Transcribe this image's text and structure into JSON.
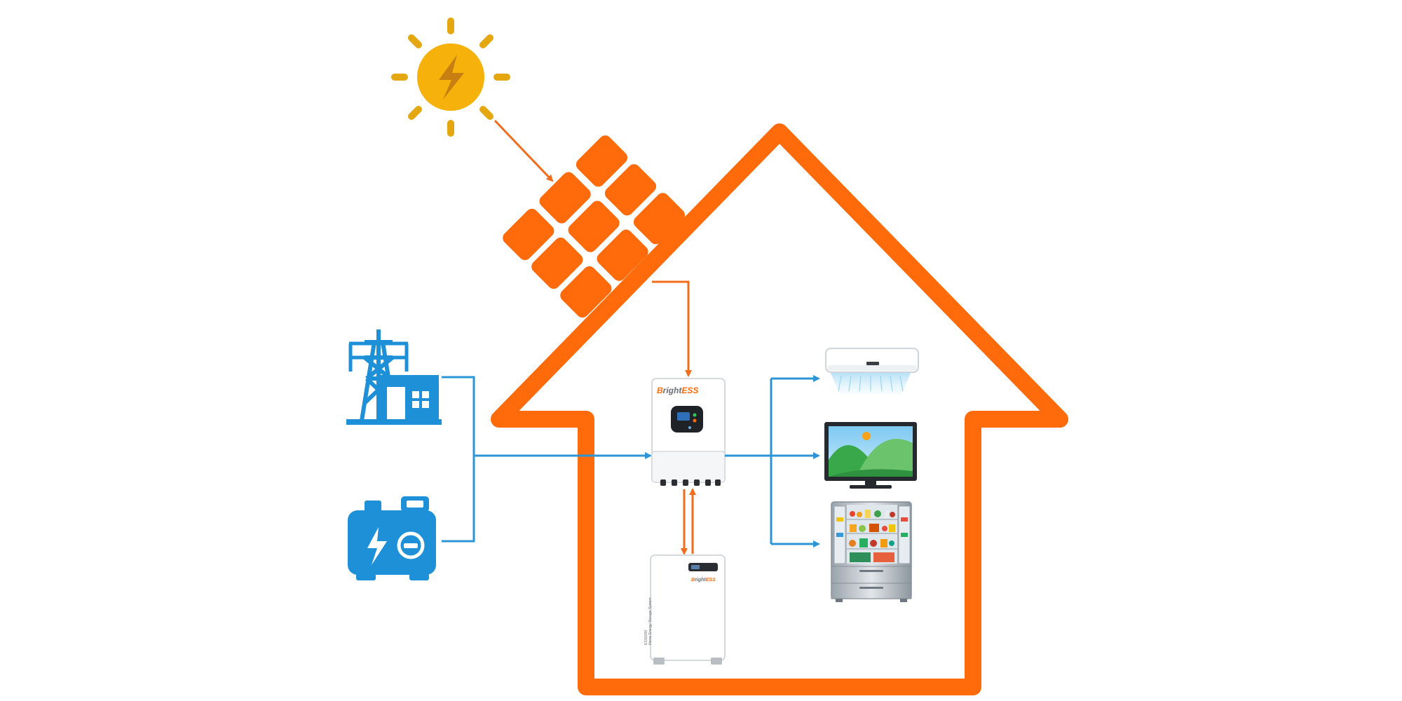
{
  "diagram": {
    "brand": {
      "prefix": "B",
      "middle": "right",
      "suffix": "ESS"
    },
    "battery": {
      "model_text": "ESS6000",
      "desc_text": "Home Energy Storage System"
    },
    "colors": {
      "house": "#ff6b0a",
      "flow_solar": "#f26c1e",
      "flow_grid": "#2b95d6",
      "grid_icon": "#1e90d8",
      "generator_icon": "#1e90d8",
      "sun": "#f6b10a",
      "sun_rays": "#e5a710",
      "panel": "#ff6b0a"
    },
    "icons": [
      "sun-icon",
      "solar-panel-icon",
      "power-grid-icon",
      "generator-icon",
      "inverter-icon",
      "battery-icon",
      "air-conditioner-icon",
      "television-icon",
      "refrigerator-icon"
    ]
  }
}
